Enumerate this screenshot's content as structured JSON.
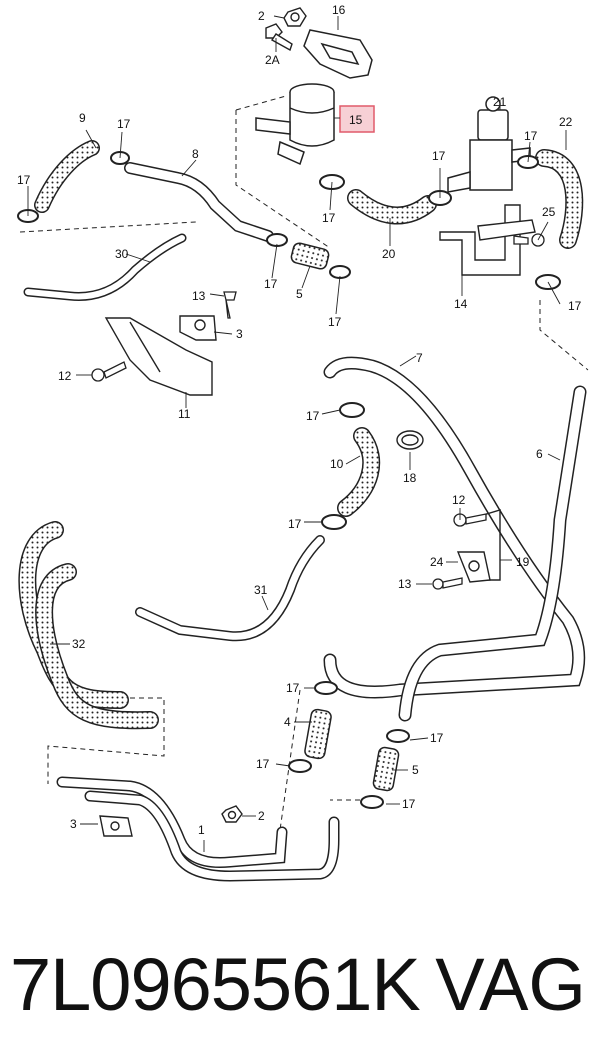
{
  "callouts": {
    "c2_top": "2",
    "c2a": "2A",
    "c16": "16",
    "c15": "15",
    "c21": "21",
    "c9": "9",
    "c17_a": "17",
    "c8": "8",
    "c17_b": "17",
    "c17_c": "17",
    "c22": "22",
    "c17_d": "17",
    "c17_e": "17",
    "c20": "20",
    "c25": "25",
    "c17_f": "17",
    "c30": "30",
    "c17_g": "17",
    "c5_top": "5",
    "c17_h": "17",
    "c14": "14",
    "c17_i": "17",
    "c13_top": "13",
    "c3_top": "3",
    "c12_left": "12",
    "c11": "11",
    "c7": "7",
    "c6": "6",
    "c17_j": "17",
    "c10": "10",
    "c18": "18",
    "c12_right": "12",
    "c17_k": "17",
    "c24": "24",
    "c19": "19",
    "c13_right": "13",
    "c31": "31",
    "c32": "32",
    "c17_l": "17",
    "c4": "4",
    "c17_m": "17",
    "c17_n": "17",
    "c5_bottom": "5",
    "c17_o": "17",
    "c2_bottom": "2",
    "c3_bottom": "3",
    "c1": "1"
  },
  "highlight_color": "#e05a6a",
  "footer": {
    "part_number": "7L0965561K",
    "brand": "VAG"
  }
}
